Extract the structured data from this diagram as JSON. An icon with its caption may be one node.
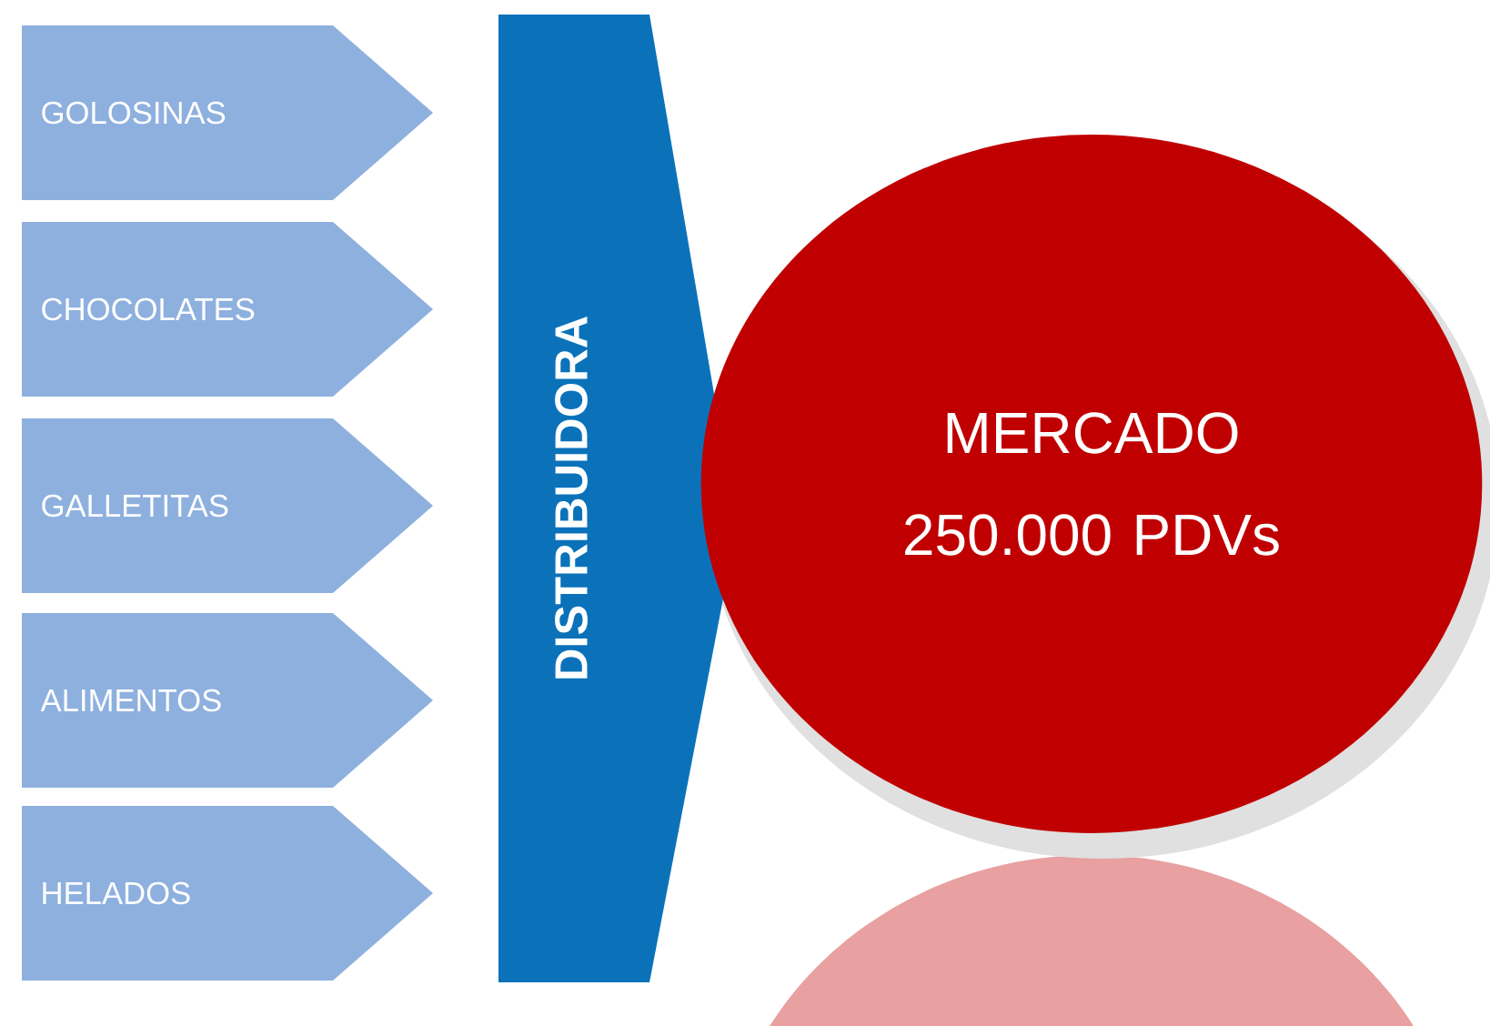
{
  "diagram": {
    "nodes": [
      {
        "text": [
          "GOLOSINAS"
        ]
      },
      {
        "text": [
          "CHOCOLATES"
        ]
      },
      {
        "text": [
          "GALLETITAS"
        ]
      },
      {
        "text": [
          "ALIMENTOS"
        ]
      },
      {
        "text": [
          "HELADOS"
        ]
      },
      {
        "text": [
          "DISTRIBUIDORA"
        ]
      },
      {
        "text": [
          "MERCADO",
          "250.000 PDVs"
        ]
      }
    ]
  }
}
